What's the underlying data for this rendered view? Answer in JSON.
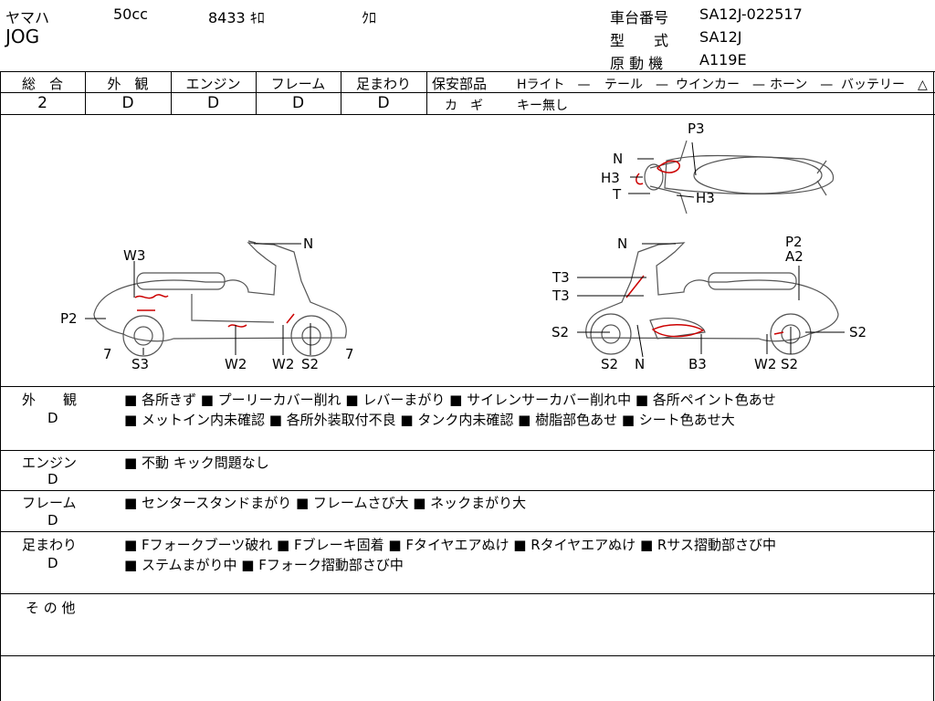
{
  "header": {
    "maker": "ヤマハ",
    "displacement": "50cc",
    "mileage": "8433 ｷﾛ",
    "color": "ｸﾛ",
    "model": "JOG",
    "frame_no_label": "車台番号",
    "frame_no": "SA12J-022517",
    "type_label": "型　　式",
    "type": "SA12J",
    "engine_label": "原 動 機",
    "engine": "A119E"
  },
  "scores": {
    "overall_label": "総　合",
    "overall": "2",
    "exterior_label": "外　観",
    "exterior": "D",
    "engine_label": "エンジン",
    "engine": "D",
    "frame_label": "フレーム",
    "frame": "D",
    "suspension_label": "足まわり",
    "suspension": "D"
  },
  "safety": {
    "label": "保安部品",
    "hlight": "Hライト　—",
    "tail": "テール　—",
    "winker": "ウインカー　—",
    "horn": "ホーン　—",
    "battery": "バッテリー　△",
    "key_label": "カ　ギ",
    "key": "キー無し"
  },
  "diagram_labels": {
    "n": "N",
    "w3": "W3",
    "p2": "P2",
    "seven": "7",
    "s3": "S3",
    "w2": "W2",
    "s2": "S2",
    "p3": "P3",
    "h3": "H3",
    "t": "T",
    "t3": "T3",
    "a2": "A2",
    "b3": "B3"
  },
  "sections": {
    "exterior": {
      "label": "外　　観",
      "grade": "D",
      "line1": "■ 各所きず ■ プーリーカバー削れ ■ レバーまがり ■ サイレンサーカバー削れ中 ■ 各所ペイント色あせ",
      "line2": "■ メットイン内未確認 ■ 各所外装取付不良 ■ タンク内未確認 ■ 樹脂部色あせ ■ シート色あせ大"
    },
    "engine": {
      "label": "エンジン",
      "grade": "D",
      "line1": "■ 不動 キック問題なし"
    },
    "frame": {
      "label": "フレーム",
      "grade": "D",
      "line1": "■ センタースタンドまがり ■ フレームさび大 ■ ネックまがり大"
    },
    "suspension": {
      "label": "足まわり",
      "grade": "D",
      "line1": "■ Fフォークブーツ破れ ■ Fブレーキ固着 ■ Fタイヤエアぬけ ■ Rタイヤエアぬけ ■ Rサス摺動部さび中",
      "line2": "■ ステムまがり中 ■ Fフォーク摺動部さび中"
    },
    "other": {
      "label": "そ の 他"
    }
  }
}
